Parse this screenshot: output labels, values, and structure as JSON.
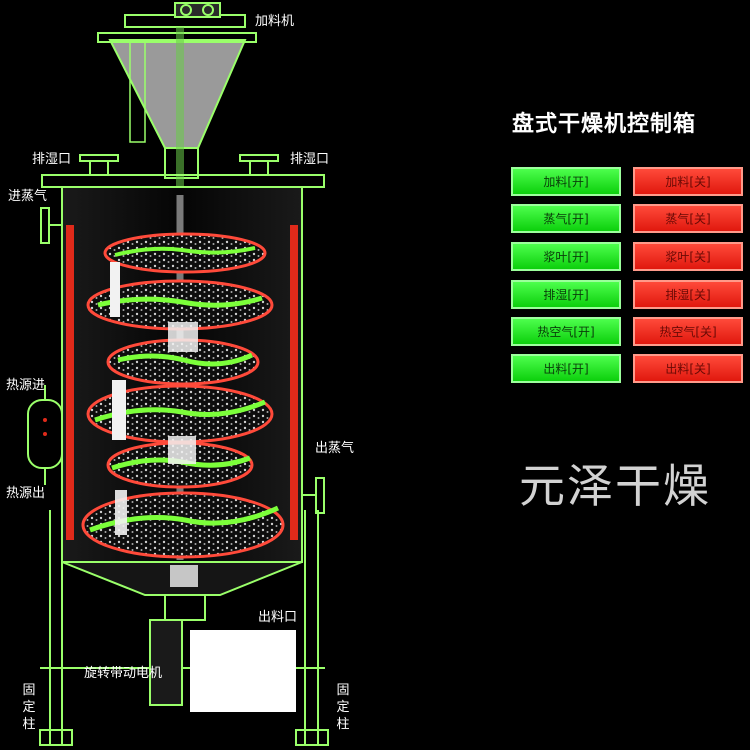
{
  "panel": {
    "title": "盘式干燥机控制箱",
    "buttons": [
      {
        "on": "加料[开]",
        "off": "加料[关]"
      },
      {
        "on": "蒸气[开]",
        "off": "蒸气[关]"
      },
      {
        "on": "浆叶[开]",
        "off": "浆叶[关]"
      },
      {
        "on": "排湿[开]",
        "off": "排湿[关]"
      },
      {
        "on": "热空气[开]",
        "off": "热空气[关]"
      },
      {
        "on": "出料[开]",
        "off": "出料[关]"
      }
    ],
    "on_color": "#1ee01e",
    "off_color": "#f22a1a"
  },
  "brand": "元泽干燥",
  "labels": {
    "feeder": "加料机",
    "exhaust_left": "排湿口",
    "exhaust_right": "排湿口",
    "steam_in": "进蒸气",
    "heat_in": "热源进",
    "heat_out": "热源出",
    "steam_out": "出蒸气",
    "discharge": "出料口",
    "motor": "旋转带动电机",
    "column_left": "固定柱",
    "column_right": "固定柱"
  },
  "colors": {
    "frame": "#9aff6a",
    "tray_edge": "#ff4a3a",
    "blade": "#7cff3a",
    "background": "#000000"
  }
}
